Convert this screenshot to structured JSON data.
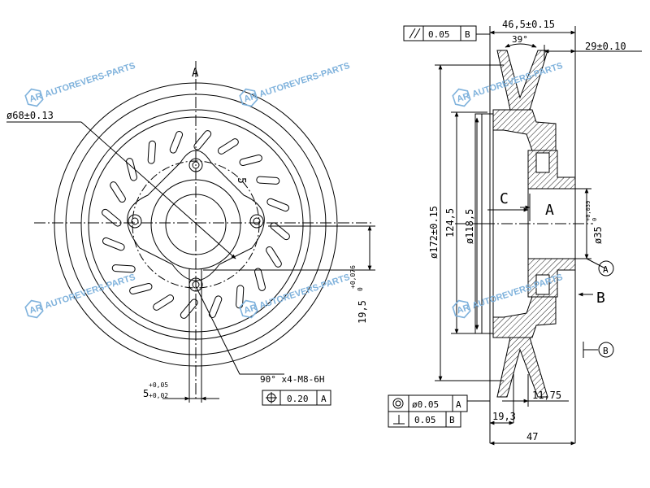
{
  "watermark": {
    "text": "AUTOREVERS-PARTS",
    "logo": "AR",
    "color": "#7fb2dc"
  },
  "front_view": {
    "dia_68": "ø68±0.13",
    "pattern_count": "5",
    "datum_a": "A",
    "radius_main": "19,5",
    "radius_tol_upper": "+0,076",
    "radius_tol_lower": "0",
    "offset_main": "5",
    "offset_tol_upper": "+0,05",
    "offset_tol_lower": "+0,02",
    "thread_note": "90° x4-M8-6H",
    "pos_tol_value": "0.20",
    "pos_tol_datum": "A"
  },
  "side_view": {
    "parallel_value": "0.05",
    "parallel_datum": "B",
    "dim_46_5": "46,5±0.15",
    "angle_39": "39°",
    "dim_29": "29±0.10",
    "dia_172": "ø172±0.15",
    "dim_124_5": "124,5",
    "dia_118_5": "ø118,5",
    "label_c": "C",
    "label_a_bore": "A",
    "dia_35": "ø35",
    "dia_35_tol_upper": "+0,039",
    "dia_35_tol_lower": "0",
    "datum_a_circle": "A",
    "datum_b": "B",
    "datum_b_circle": "B",
    "concentric_value": "ø0.05",
    "concentric_datum": "A",
    "perp_value": "0.05",
    "perp_datum": "B",
    "dim_11_75": "11,75",
    "dim_19_3": "19,3",
    "dim_47": "47"
  }
}
